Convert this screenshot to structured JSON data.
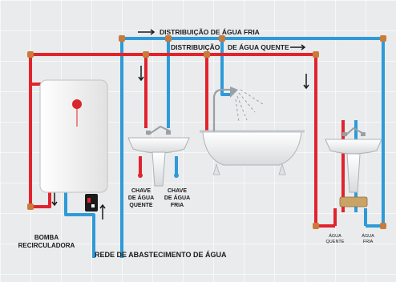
{
  "labels": {
    "cold_distribution": "DISTRIBUIÇÃO DE ÁGUA FRIA",
    "hot_distribution_part1": "DISTRIBUIÇÃO",
    "hot_distribution_part2": "DE ÁGUA QUENTE",
    "hot_tap_line1": "CHAVE",
    "hot_tap_line2": "DE ÁGUA",
    "hot_tap_line3": "QUENTE",
    "cold_tap_line1": "CHAVE",
    "cold_tap_line2": "DE ÁGUA",
    "cold_tap_line3": "FRIA",
    "pump_line1": "BOMBA",
    "pump_line2": "RECIRCULADORA",
    "supply_network": "REDE DE ABASTECIMENTO DE ÁGUA",
    "hot_water_small_line1": "ÁGUA",
    "hot_water_small_line2": "QUENTE",
    "cold_water_small_line1": "ÁGUA",
    "cold_water_small_line2": "FRIA"
  },
  "colors": {
    "background": "#e9ebec",
    "grid": "#ffffff",
    "hot_pipe": "#e2232d",
    "cold_pipe": "#2f9ad8",
    "fitting": "#c97b3a",
    "heater_body": "#f4f4f4",
    "heater_logo": "#d9262b",
    "pump_body": "#1b1b1b",
    "text": "#1a1a1a"
  }
}
